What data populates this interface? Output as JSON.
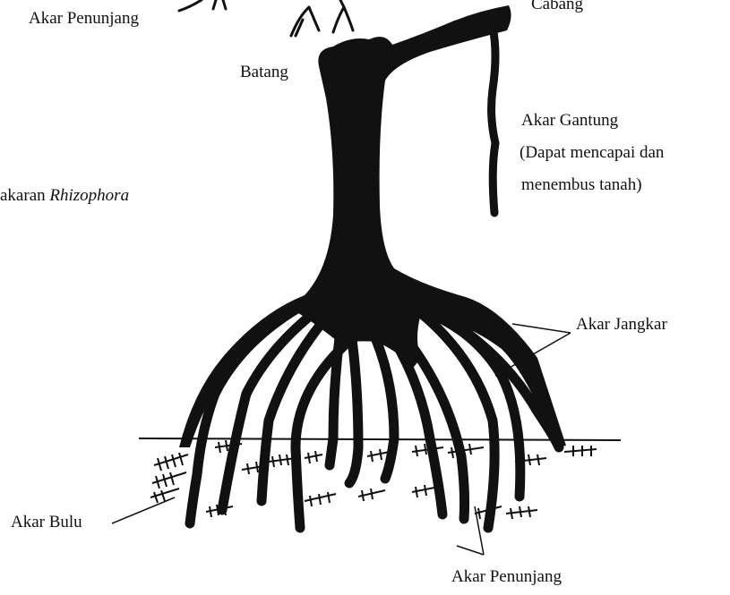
{
  "labels": {
    "prop_root_top": "Akar Penunjang",
    "branch": "Cabang",
    "trunk": "Batang",
    "hanging_root_title": "Akar Gantung",
    "hanging_root_note_1": "(Dapat mencapai dan",
    "hanging_root_note_2": "menembus tanah)",
    "root_system_prefix": "akaran ",
    "root_system_genus": "Rhizophora",
    "anchor_root": "Akar Jangkar",
    "hair_root": "Akar Bulu",
    "prop_root_bottom": "Akar Penunjang"
  },
  "colors": {
    "ink": "#111111",
    "background": "#ffffff"
  }
}
